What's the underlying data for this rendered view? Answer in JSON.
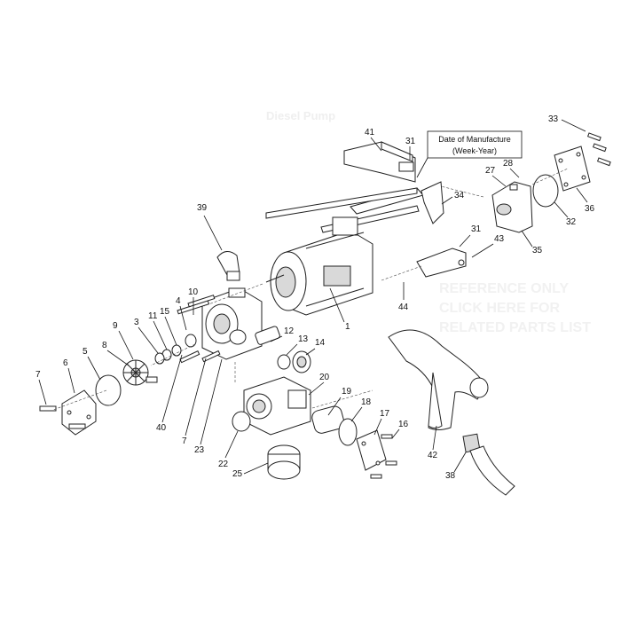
{
  "watermarks": {
    "title": "Diesel Pump",
    "line1": "REFERENCE ONLY",
    "line2": "CLICK HERE FOR",
    "line3": "RELATED PARTS LIST"
  },
  "date_box": {
    "line1": "Date of Manufacture",
    "line2": "(Week-Year)"
  },
  "callouts": [
    {
      "key": "41",
      "label": "41"
    },
    {
      "key": "31a",
      "label": "31"
    },
    {
      "key": "33",
      "label": "33"
    },
    {
      "key": "28",
      "label": "28"
    },
    {
      "key": "27",
      "label": "27"
    },
    {
      "key": "36",
      "label": "36"
    },
    {
      "key": "34",
      "label": "34"
    },
    {
      "key": "32",
      "label": "32"
    },
    {
      "key": "39",
      "label": "39"
    },
    {
      "key": "31b",
      "label": "31"
    },
    {
      "key": "43",
      "label": "43"
    },
    {
      "key": "35",
      "label": "35"
    },
    {
      "key": "10",
      "label": "10"
    },
    {
      "key": "4",
      "label": "4"
    },
    {
      "key": "44",
      "label": "44"
    },
    {
      "key": "9",
      "label": "9"
    },
    {
      "key": "3",
      "label": "3"
    },
    {
      "key": "11",
      "label": "11"
    },
    {
      "key": "15",
      "label": "15"
    },
    {
      "key": "1",
      "label": "1"
    },
    {
      "key": "12",
      "label": "12"
    },
    {
      "key": "13",
      "label": "13"
    },
    {
      "key": "14",
      "label": "14"
    },
    {
      "key": "8",
      "label": "8"
    },
    {
      "key": "5",
      "label": "5"
    },
    {
      "key": "6",
      "label": "6"
    },
    {
      "key": "7a",
      "label": "7"
    },
    {
      "key": "20",
      "label": "20"
    },
    {
      "key": "19",
      "label": "19"
    },
    {
      "key": "18",
      "label": "18"
    },
    {
      "key": "17",
      "label": "17"
    },
    {
      "key": "16",
      "label": "16"
    },
    {
      "key": "40",
      "label": "40"
    },
    {
      "key": "7b",
      "label": "7"
    },
    {
      "key": "23",
      "label": "23"
    },
    {
      "key": "22",
      "label": "22"
    },
    {
      "key": "25",
      "label": "25"
    },
    {
      "key": "42",
      "label": "42"
    },
    {
      "key": "38",
      "label": "38"
    }
  ]
}
